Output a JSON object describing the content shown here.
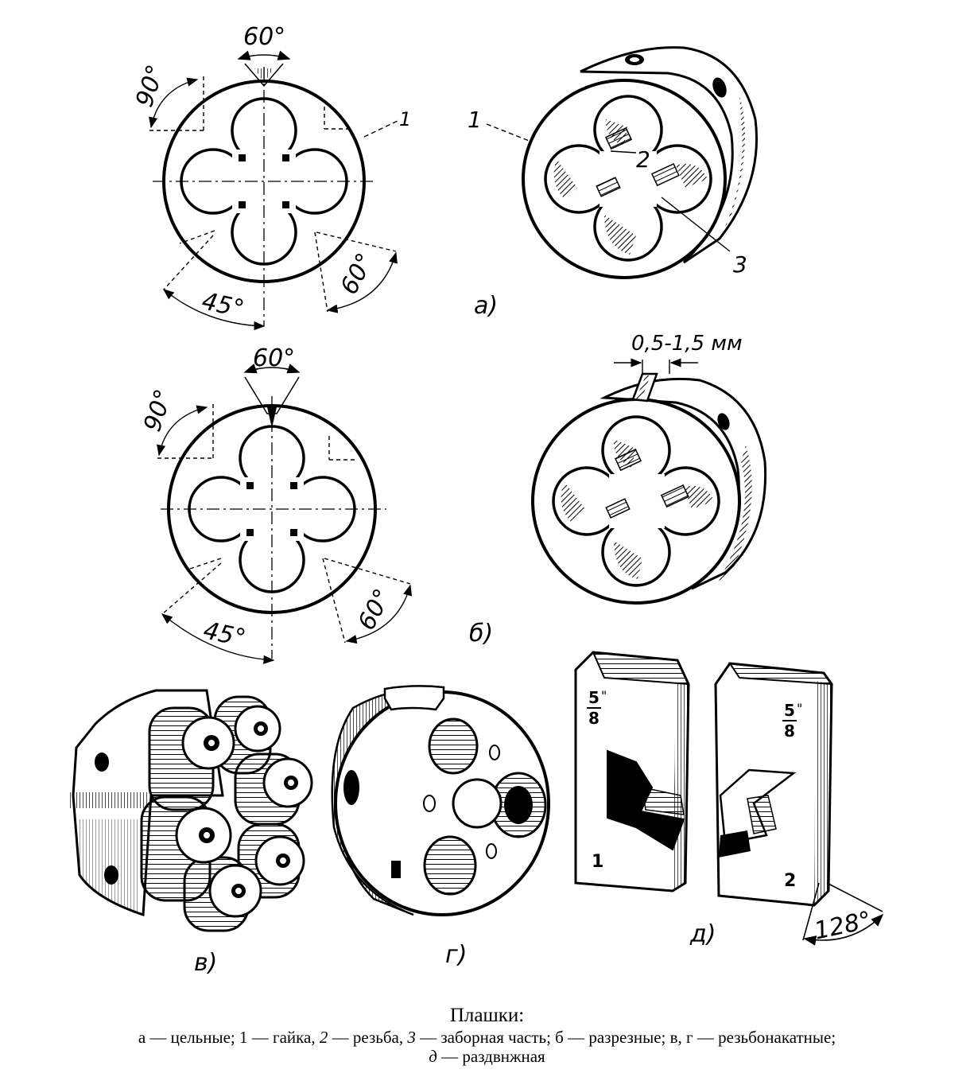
{
  "figure": {
    "angles": {
      "a_top": "60°",
      "a_left": "90°",
      "a_bottom_left": "45°",
      "a_bottom_right": "60°",
      "b_top": "60°",
      "b_left": "90°",
      "b_bottom_left": "45°",
      "b_bottom_right": "60°",
      "d_angle": "128°"
    },
    "callouts": {
      "a_front_1": "1",
      "a_iso_1": "1",
      "a_iso_2": "2",
      "a_iso_3": "3"
    },
    "gap": "0,5-1,5 мм",
    "panel_labels": {
      "a": "а)",
      "b": "б)",
      "v": "в)",
      "g": "г)",
      "d": "д)"
    },
    "die_marks": {
      "size_left_num": "5",
      "size_left_den": "8",
      "size_left_mark": "\"",
      "size_right_num": "5",
      "size_right_den": "8",
      "size_right_mark": "\"",
      "half_1": "1",
      "half_2": "2"
    }
  },
  "caption": {
    "title": "Плашки:",
    "line1_a": "а — цельные; 1 — гайка, ",
    "line1_n2": "2",
    "line1_b": " — резьба, ",
    "line1_n3": "3",
    "line1_c": " — заборная часть; б — разрезные; в, г — резьбонакатные;",
    "line2_d": "д",
    "line2_rest": " — раздвнжная"
  }
}
